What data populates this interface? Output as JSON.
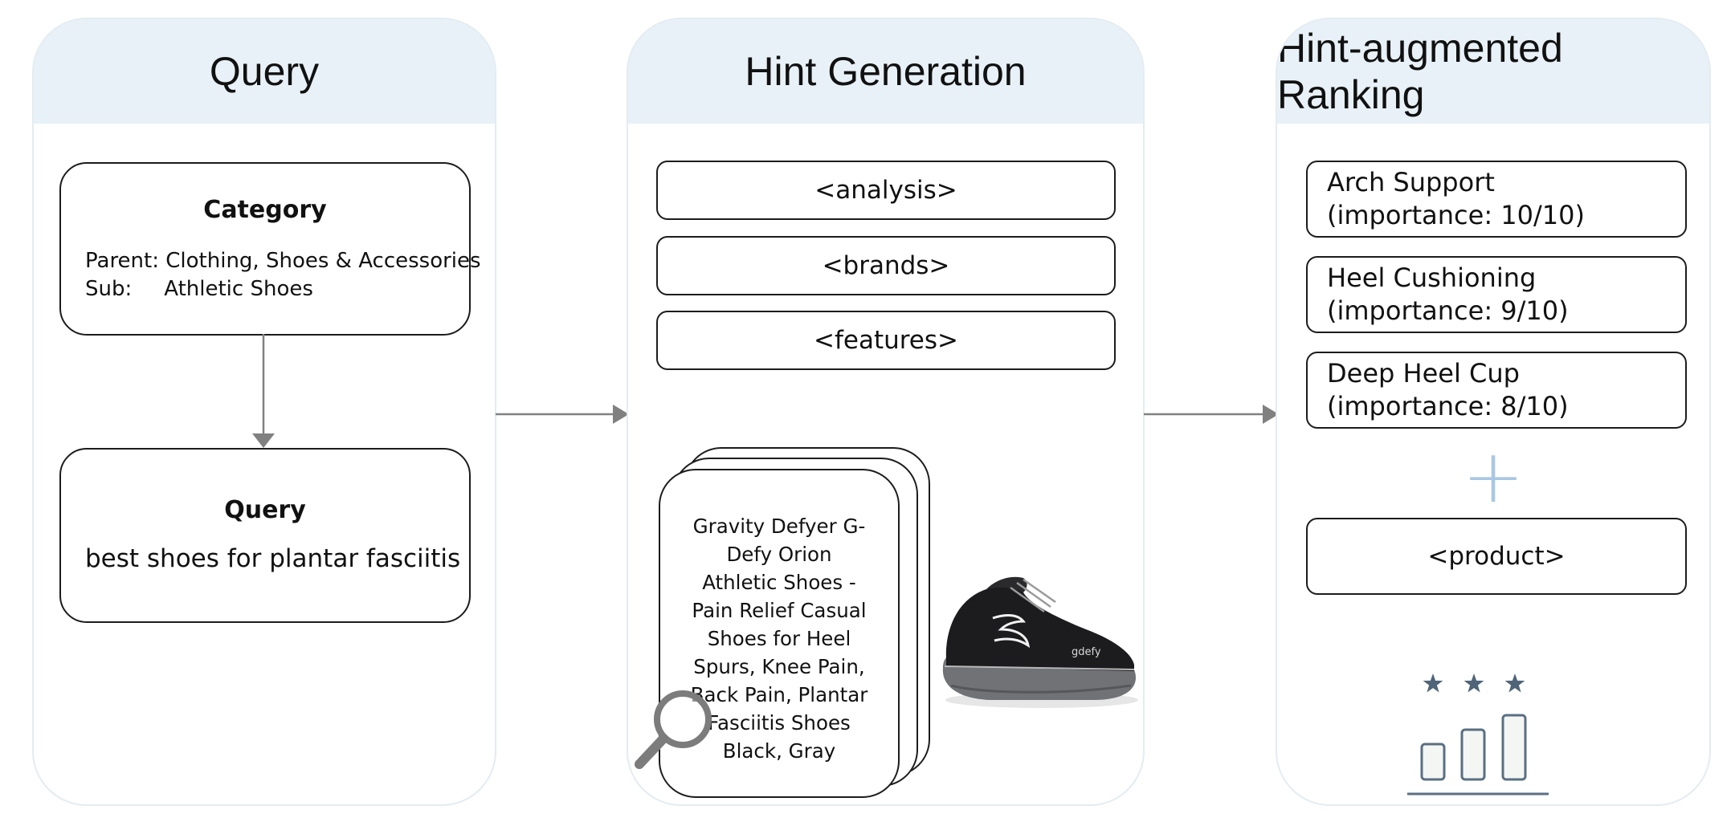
{
  "query_panel": {
    "title": "Query",
    "category": {
      "heading": "Category",
      "parent_label": "Parent:",
      "parent_value": "Clothing, Shoes & Accessories",
      "sub_label": "Sub:",
      "sub_value": "Athletic Shoes"
    },
    "query": {
      "heading": "Query",
      "text": "best shoes for plantar fasciitis"
    }
  },
  "hint_panel": {
    "title": "Hint Generation",
    "tags": [
      "<analysis>",
      "<brands>",
      "<features>"
    ],
    "product_card_lines": [
      "Gravity Defyer G-",
      "Defy Orion",
      "Athletic Shoes -",
      "Pain Relief Casual",
      "Shoes for Heel",
      "Spurs, Knee Pain,",
      "Back Pain, Plantar",
      "Fasciitis Shoes",
      "Black, Gray"
    ],
    "shoe_logo": "gdefy"
  },
  "ranking_panel": {
    "title": "Hint-augmented Ranking",
    "features": [
      {
        "name": "Arch Support",
        "importance": "(importance: 10/10)"
      },
      {
        "name": "Heel Cushioning",
        "importance": "(importance: 9/10)"
      },
      {
        "name": "Deep Heel Cup",
        "importance": "(importance: 8/10)"
      }
    ],
    "plus_symbol": "+",
    "product_tag": "<product>"
  },
  "colors": {
    "header_bg": "#e8f1f7",
    "panel_border": "#e3ecf2",
    "arrow": "#808080",
    "plus": "#a9c7e3",
    "chart_icon": "#5a6f82"
  }
}
